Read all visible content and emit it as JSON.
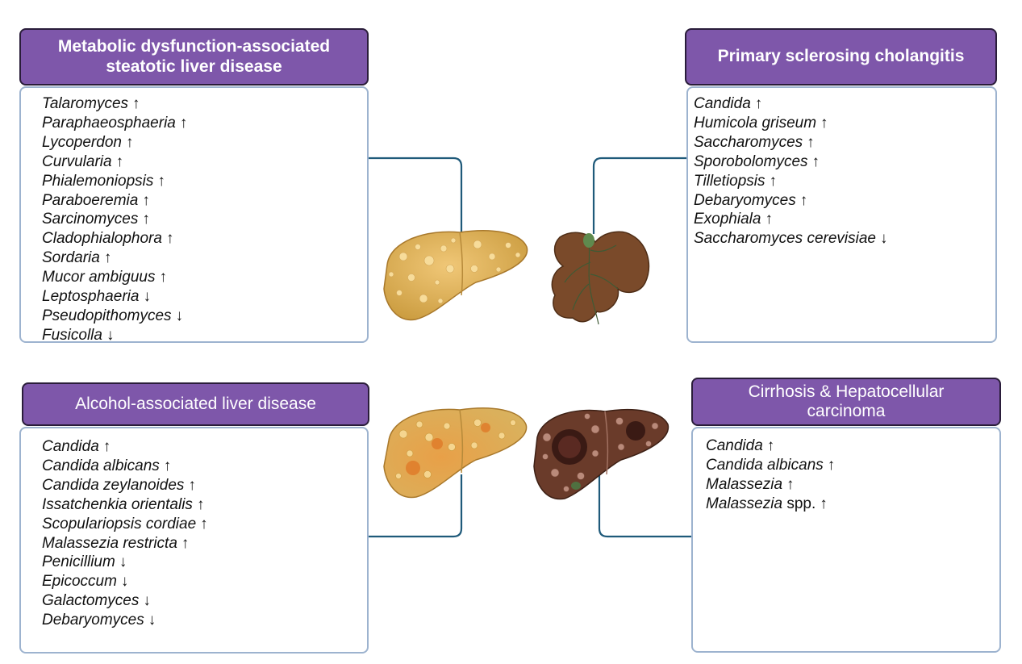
{
  "panels": {
    "masld": {
      "title_lines": [
        "Metabolic dysfunction-associated",
        "steatotic liver disease"
      ],
      "items": [
        {
          "name": "Talaromyces",
          "arrow": "↑"
        },
        {
          "name": "Paraphaeosphaeria",
          "arrow": "↑"
        },
        {
          "name": "Lycoperdon",
          "arrow": "↑"
        },
        {
          "name": "Curvularia",
          "arrow": "↑"
        },
        {
          "name": "Phialemoniopsis",
          "arrow": "↑"
        },
        {
          "name": "Paraboeremia",
          "arrow": "↑"
        },
        {
          "name": "Sarcinomyces",
          "arrow": "↑"
        },
        {
          "name": "Cladophialophora",
          "arrow": "↑"
        },
        {
          "name": "Sordaria",
          "arrow": "↑"
        },
        {
          "name": "Mucor ambiguus",
          "arrow": "↑"
        },
        {
          "name": "Leptosphaeria",
          "arrow": "↓"
        },
        {
          "name": "Pseudopithomyces",
          "arrow": "↓"
        },
        {
          "name": "Fusicolla",
          "arrow": "↓"
        }
      ]
    },
    "psc": {
      "title_lines": [
        "Primary sclerosing cholangitis"
      ],
      "items": [
        {
          "name": "Candida",
          "arrow": "↑"
        },
        {
          "name": "Humicola griseum",
          "arrow": "↑"
        },
        {
          "name": "Saccharomyces",
          "arrow": "↑"
        },
        {
          "name": "Sporobolomyces",
          "arrow": "↑"
        },
        {
          "name": "Tilletiopsis",
          "arrow": "↑"
        },
        {
          "name": "Debaryomyces",
          "arrow": "↑"
        },
        {
          "name": "Exophiala",
          "arrow": "↑"
        },
        {
          "name": "Saccharomyces cerevisiae",
          "arrow": "↓"
        }
      ]
    },
    "ald": {
      "title_lines": [
        "Alcohol-associated liver disease"
      ],
      "items": [
        {
          "name": "Candida",
          "arrow": "↑"
        },
        {
          "name": "Candida albicans",
          "arrow": "↑"
        },
        {
          "name": "Candida zeylanoides",
          "arrow": "↑"
        },
        {
          "name": "Issatchenkia orientalis",
          "arrow": "↑"
        },
        {
          "name": "Scopulariopsis cordiae",
          "arrow": "↑"
        },
        {
          "name": "Malassezia restricta",
          "arrow": "↑"
        },
        {
          "name": "Penicillium",
          "arrow": "↓"
        },
        {
          "name": "Epicoccum",
          "arrow": "↓"
        },
        {
          "name": "Galactomyces",
          "arrow": "↓"
        },
        {
          "name": "Debaryomyces",
          "arrow": "↓"
        }
      ]
    },
    "hcc": {
      "title_lines": [
        "Cirrhosis & Hepatocellular",
        "carcinoma"
      ],
      "items": [
        {
          "name": "Candida",
          "arrow": "↑"
        },
        {
          "name": "Candida albicans",
          "arrow": "↑"
        },
        {
          "name": "Malassezia",
          "arrow": "↑"
        },
        {
          "name": "Malassezia",
          "suffix": " spp.",
          "arrow": "↑"
        }
      ]
    }
  },
  "colors": {
    "header_fill": "#7e57aa",
    "header_border": "#2a1d3a",
    "box_border": "#9db3cf",
    "connector": "#1f5a7a"
  }
}
